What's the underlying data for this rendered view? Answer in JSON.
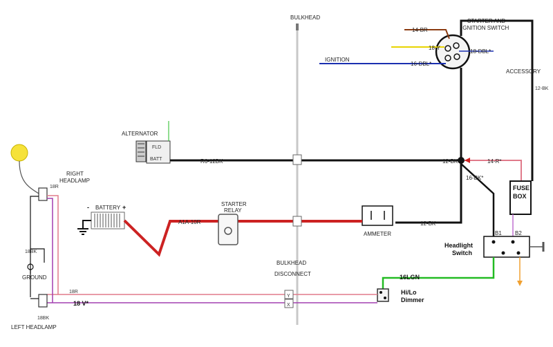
{
  "labels": {
    "bulkhead_top": "BULKHEAD",
    "bulkhead_bottom": "BULKHEAD",
    "disconnect": "DISCONNECT",
    "starter_switch_line1": "STARTER AND",
    "starter_switch_line2": "IGNITION SWITCH",
    "ignition": "IGNITION",
    "accessory": "ACCESSORY",
    "alternator": "ALTERNATOR",
    "alt_fld": "FLD",
    "alt_batt": "BATT",
    "battery": "BATTERY",
    "battery_minus": "-",
    "battery_plus": "+",
    "starter_relay_line1": "STARTER",
    "starter_relay_line2": "RELAY",
    "ammeter": "AMMETER",
    "fuse_box_line1": "FUSE",
    "fuse_box_line2": "BOX",
    "headlight_switch_line1": "Headlight",
    "headlight_switch_line2": "Switch",
    "dimmer_line1": "Hi/Lo",
    "dimmer_line2": "Dimmer",
    "right_headlamp_line1": "RIGHT",
    "right_headlamp_line2": "HEADLAMP",
    "left_headlamp": "LEFT HEADLAMP",
    "ground": "GROUND"
  },
  "wires": {
    "w_14br": "14-BR",
    "w_18y": "18-Y",
    "w_18dbl": "18-DBL*",
    "w_16dbl": "16-DBL*",
    "w_12bk_acc": "12-BK",
    "w_r6": "R6-12BK",
    "w_12bk_junc": "12-BK",
    "w_14r": "14-R*",
    "w_16bk": "16-BK*",
    "w_a1a": "A1A-10R",
    "w_12bk_amm": "12-BK",
    "w_16lgn": "16LGN",
    "w_18v": "18 V*",
    "w_18r": "18R",
    "w_18bk_r": "18BK",
    "w_18bk_l": "18BK",
    "w_18r_l": "18R"
  },
  "terminals": {
    "b1": "B1",
    "b2": "B2",
    "y": "Y",
    "x": "X"
  },
  "colors": {
    "black": "#111111",
    "red": "#cc2222",
    "pink": "#e07a8a",
    "purple": "#a23fb0",
    "green": "#22bb22",
    "yellow": "#e8d400",
    "blue": "#1a2fb0",
    "brown": "#8a3a10",
    "orange": "#f0a030",
    "grey": "#c0c0c0",
    "bulb": "#f6e23a"
  }
}
